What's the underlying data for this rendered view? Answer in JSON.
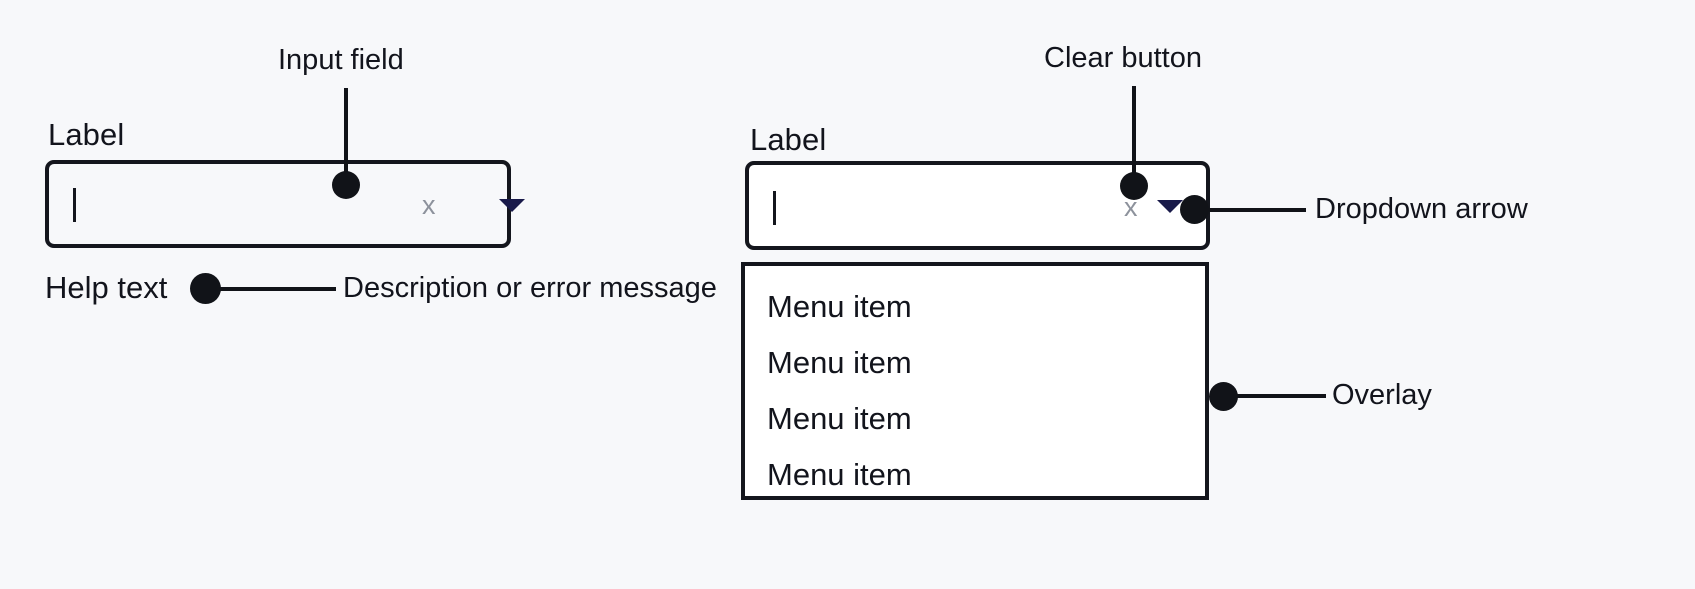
{
  "page": {
    "background_color": "#f7f8fa",
    "ink_color": "#14161d",
    "arrow_color": "#191a4a",
    "muted_color": "#8d929c"
  },
  "left_field": {
    "label": "Label",
    "input_value": "",
    "caret": "|",
    "clear_icon": "x",
    "arrow_icon": "chevron-down",
    "help_text": "Help text"
  },
  "right_field": {
    "label": "Label",
    "input_value": "",
    "caret": "|",
    "clear_icon": "x",
    "arrow_icon": "chevron-down",
    "menu_items": [
      {
        "label": "Menu item"
      },
      {
        "label": "Menu item"
      },
      {
        "label": "Menu item"
      },
      {
        "label": "Menu item"
      }
    ]
  },
  "annotations": [
    {
      "id": "input-field",
      "label": "Input field"
    },
    {
      "id": "help-text",
      "label": "Description or error message"
    },
    {
      "id": "clear-button",
      "label": "Clear button"
    },
    {
      "id": "dropdown-arrow",
      "label": "Dropdown arrow"
    },
    {
      "id": "overlay",
      "label": "Overlay"
    }
  ]
}
